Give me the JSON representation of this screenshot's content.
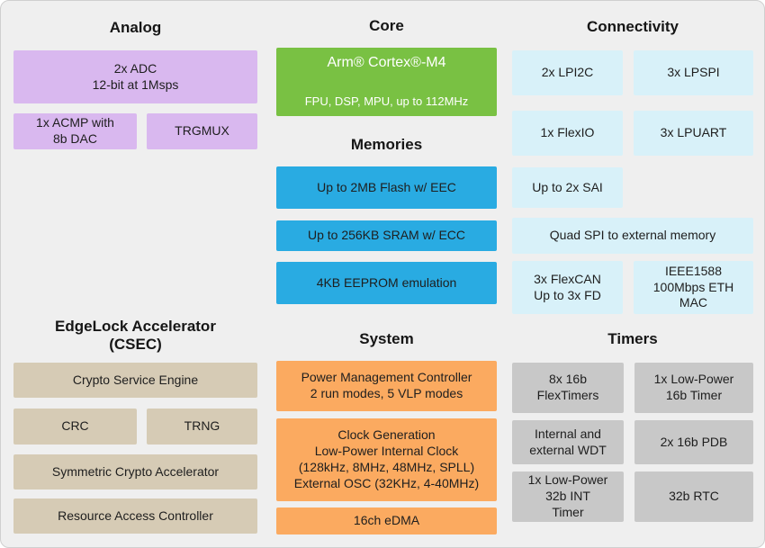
{
  "palette": {
    "analog": "#d9b8ef",
    "core": "#79c143",
    "memories": "#29abe2",
    "connectivity": "#d8f1f9",
    "edgelock": "#d6cbb5",
    "system": "#fbaa60",
    "timers": "#c8c8c8"
  },
  "sections": {
    "analog": {
      "title": "Analog",
      "adc": "2x ADC\n12-bit at 1Msps",
      "acmp": "1x ACMP with\n8b DAC",
      "trgmux": "TRGMUX"
    },
    "core": {
      "title": "Core",
      "line1": "Arm® Cortex®-M4",
      "line2": "FPU, DSP, MPU, up to 112MHz"
    },
    "memories": {
      "title": "Memories",
      "flash": "Up to 2MB Flash w/ EEC",
      "sram": "Up to 256KB SRAM w/ ECC",
      "eeprom": "4KB EEPROM emulation"
    },
    "connectivity": {
      "title": "Connectivity",
      "lpi2c": "2x LPI2C",
      "lpspi": "3x LPSPI",
      "flexio": "1x FlexIO",
      "lpuart": "3x LPUART",
      "sai": "Up to 2x SAI",
      "quadspi": "Quad SPI to external memory",
      "flexcan": "3x FlexCAN\nUp to 3x FD",
      "eth": "IEEE1588\n100Mbps ETH\nMAC"
    },
    "edgelock": {
      "title": "EdgeLock Accelerator\n(CSEC)",
      "cse": "Crypto Service Engine",
      "crc": "CRC",
      "trng": "TRNG",
      "sym": "Symmetric Crypto Accelerator",
      "rac": "Resource Access Controller"
    },
    "system": {
      "title": "System",
      "pmc": "Power Management Controller\n2 run modes, 5 VLP modes",
      "clock": "Clock Generation\nLow-Power Internal Clock\n(128kHz, 8MHz, 48MHz, SPLL)\nExternal OSC (32KHz, 4-40MHz)",
      "edma": "16ch eDMA"
    },
    "timers": {
      "title": "Timers",
      "flextimers": "8x 16b\nFlexTimers",
      "lptimer16": "1x Low-Power\n16b Timer",
      "wdt": "Internal and\nexternal WDT",
      "pdb": "2x 16b PDB",
      "lptimer32": "1x Low-Power\n32b INT\nTimer",
      "rtc": "32b RTC"
    }
  }
}
